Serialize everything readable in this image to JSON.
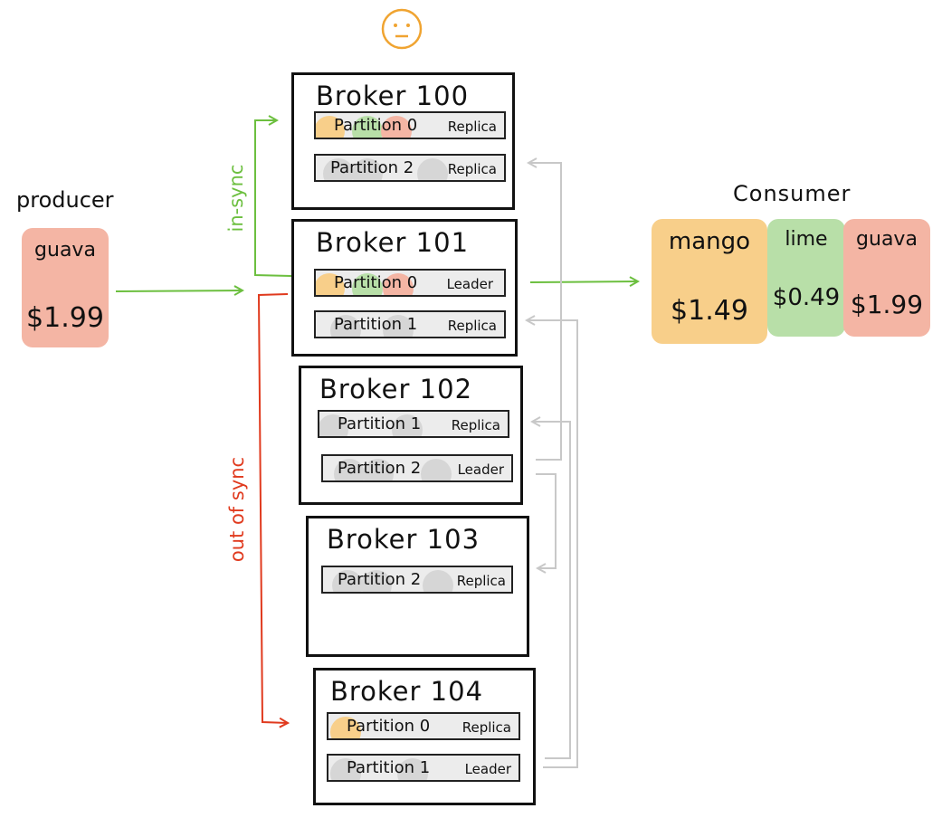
{
  "producer": {
    "title": "producer",
    "item": {
      "name": "guava",
      "price": "$1.99",
      "color": "#f4b5a4"
    }
  },
  "consumer": {
    "title": "Consumer",
    "items": [
      {
        "name": "mango",
        "price": "$1.49",
        "color": "#f8cf8a"
      },
      {
        "name": "lime",
        "price": "$0.49",
        "color": "#b8dfa8"
      },
      {
        "name": "guava",
        "price": "$1.99",
        "color": "#f4b5a4"
      }
    ]
  },
  "labels": {
    "in_sync": "in-sync",
    "out_of_sync": "out of sync"
  },
  "colors": {
    "in_sync": "#6cbf3f",
    "out_of_sync": "#e03a1e",
    "replication": "#c8c8c8",
    "face": "#f0a431"
  },
  "brokers": [
    {
      "title": "Broker 100",
      "partitions": [
        {
          "name": "Partition 0",
          "role": "Replica",
          "dots": [
            "orange",
            "green",
            "red"
          ]
        },
        {
          "name": "Partition 2",
          "role": "Replica",
          "dots": [
            "gray",
            "gray",
            "gray"
          ]
        }
      ]
    },
    {
      "title": "Broker 101",
      "partitions": [
        {
          "name": "Partition 0",
          "role": "Leader",
          "dots": [
            "orange",
            "green",
            "red"
          ]
        },
        {
          "name": "Partition 1",
          "role": "Replica",
          "dots": [
            "gray",
            "gray"
          ]
        }
      ]
    },
    {
      "title": "Broker 102",
      "partitions": [
        {
          "name": "Partition 1",
          "role": "Replica",
          "dots": [
            "gray",
            "gray"
          ]
        },
        {
          "name": "Partition 2",
          "role": "Leader",
          "dots": [
            "gray",
            "gray",
            "gray"
          ]
        }
      ]
    },
    {
      "title": "Broker 103",
      "partitions": [
        {
          "name": "Partition 2",
          "role": "Replica",
          "dots": [
            "gray",
            "gray",
            "gray"
          ]
        }
      ]
    },
    {
      "title": "Broker 104",
      "partitions": [
        {
          "name": "Partition 0",
          "role": "Replica",
          "dots": [
            "orange"
          ]
        },
        {
          "name": "Partition 1",
          "role": "Leader",
          "dots": [
            "gray",
            "gray"
          ]
        }
      ]
    }
  ]
}
